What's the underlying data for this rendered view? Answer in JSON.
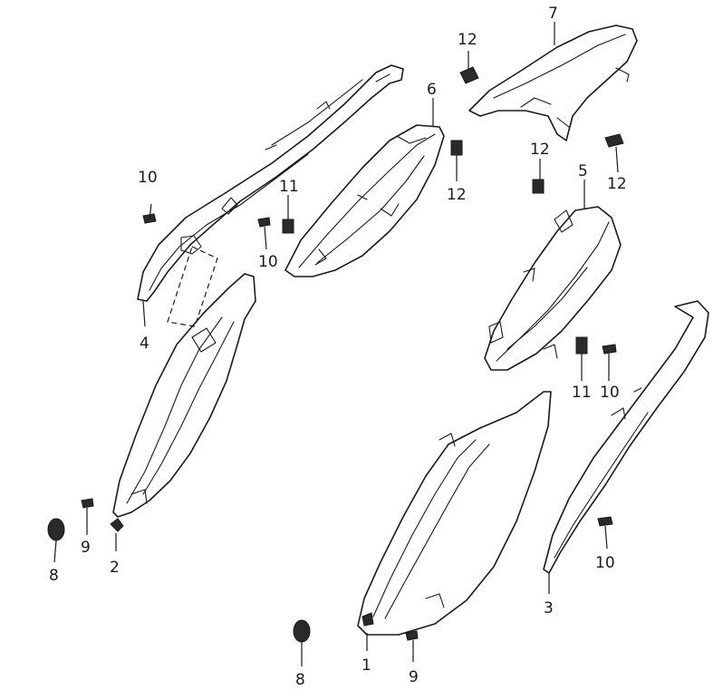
{
  "callouts": {
    "c1": "1",
    "c2": "2",
    "c3": "3",
    "c4": "4",
    "c5": "5",
    "c6": "6",
    "c7": "7",
    "c8a": "8",
    "c8b": "8",
    "c9a": "9",
    "c9b": "9",
    "c10a": "10",
    "c10b": "10",
    "c10c": "10",
    "c10d": "10",
    "c11a": "11",
    "c11b": "11",
    "c12a": "12",
    "c12b": "12",
    "c12c": "12",
    "c12d": "12"
  }
}
